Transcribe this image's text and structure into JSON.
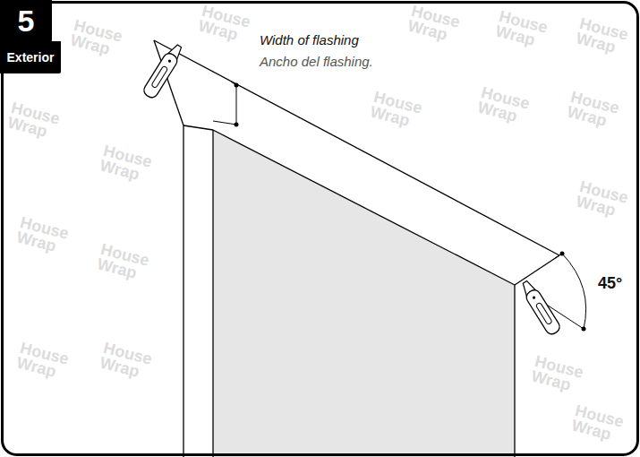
{
  "diagram": {
    "nodes": [
      {
        "text": [
          "5"
        ]
      },
      {
        "text": [
          "Exterior"
        ]
      }
    ],
    "labels": [
      "Width of flashing",
      "Ancho del flashing.",
      "45°",
      "House Wrap",
      "House Wrap",
      "House Wrap",
      "House Wrap",
      "House Wrap",
      "House Wrap",
      "House Wrap",
      "House Wrap",
      "House Wrap",
      "House Wrap",
      "House Wrap",
      "House Wrap",
      "House Wrap",
      "House Wrap",
      "House Wrap",
      "House Wrap",
      "House Wrap"
    ]
  }
}
